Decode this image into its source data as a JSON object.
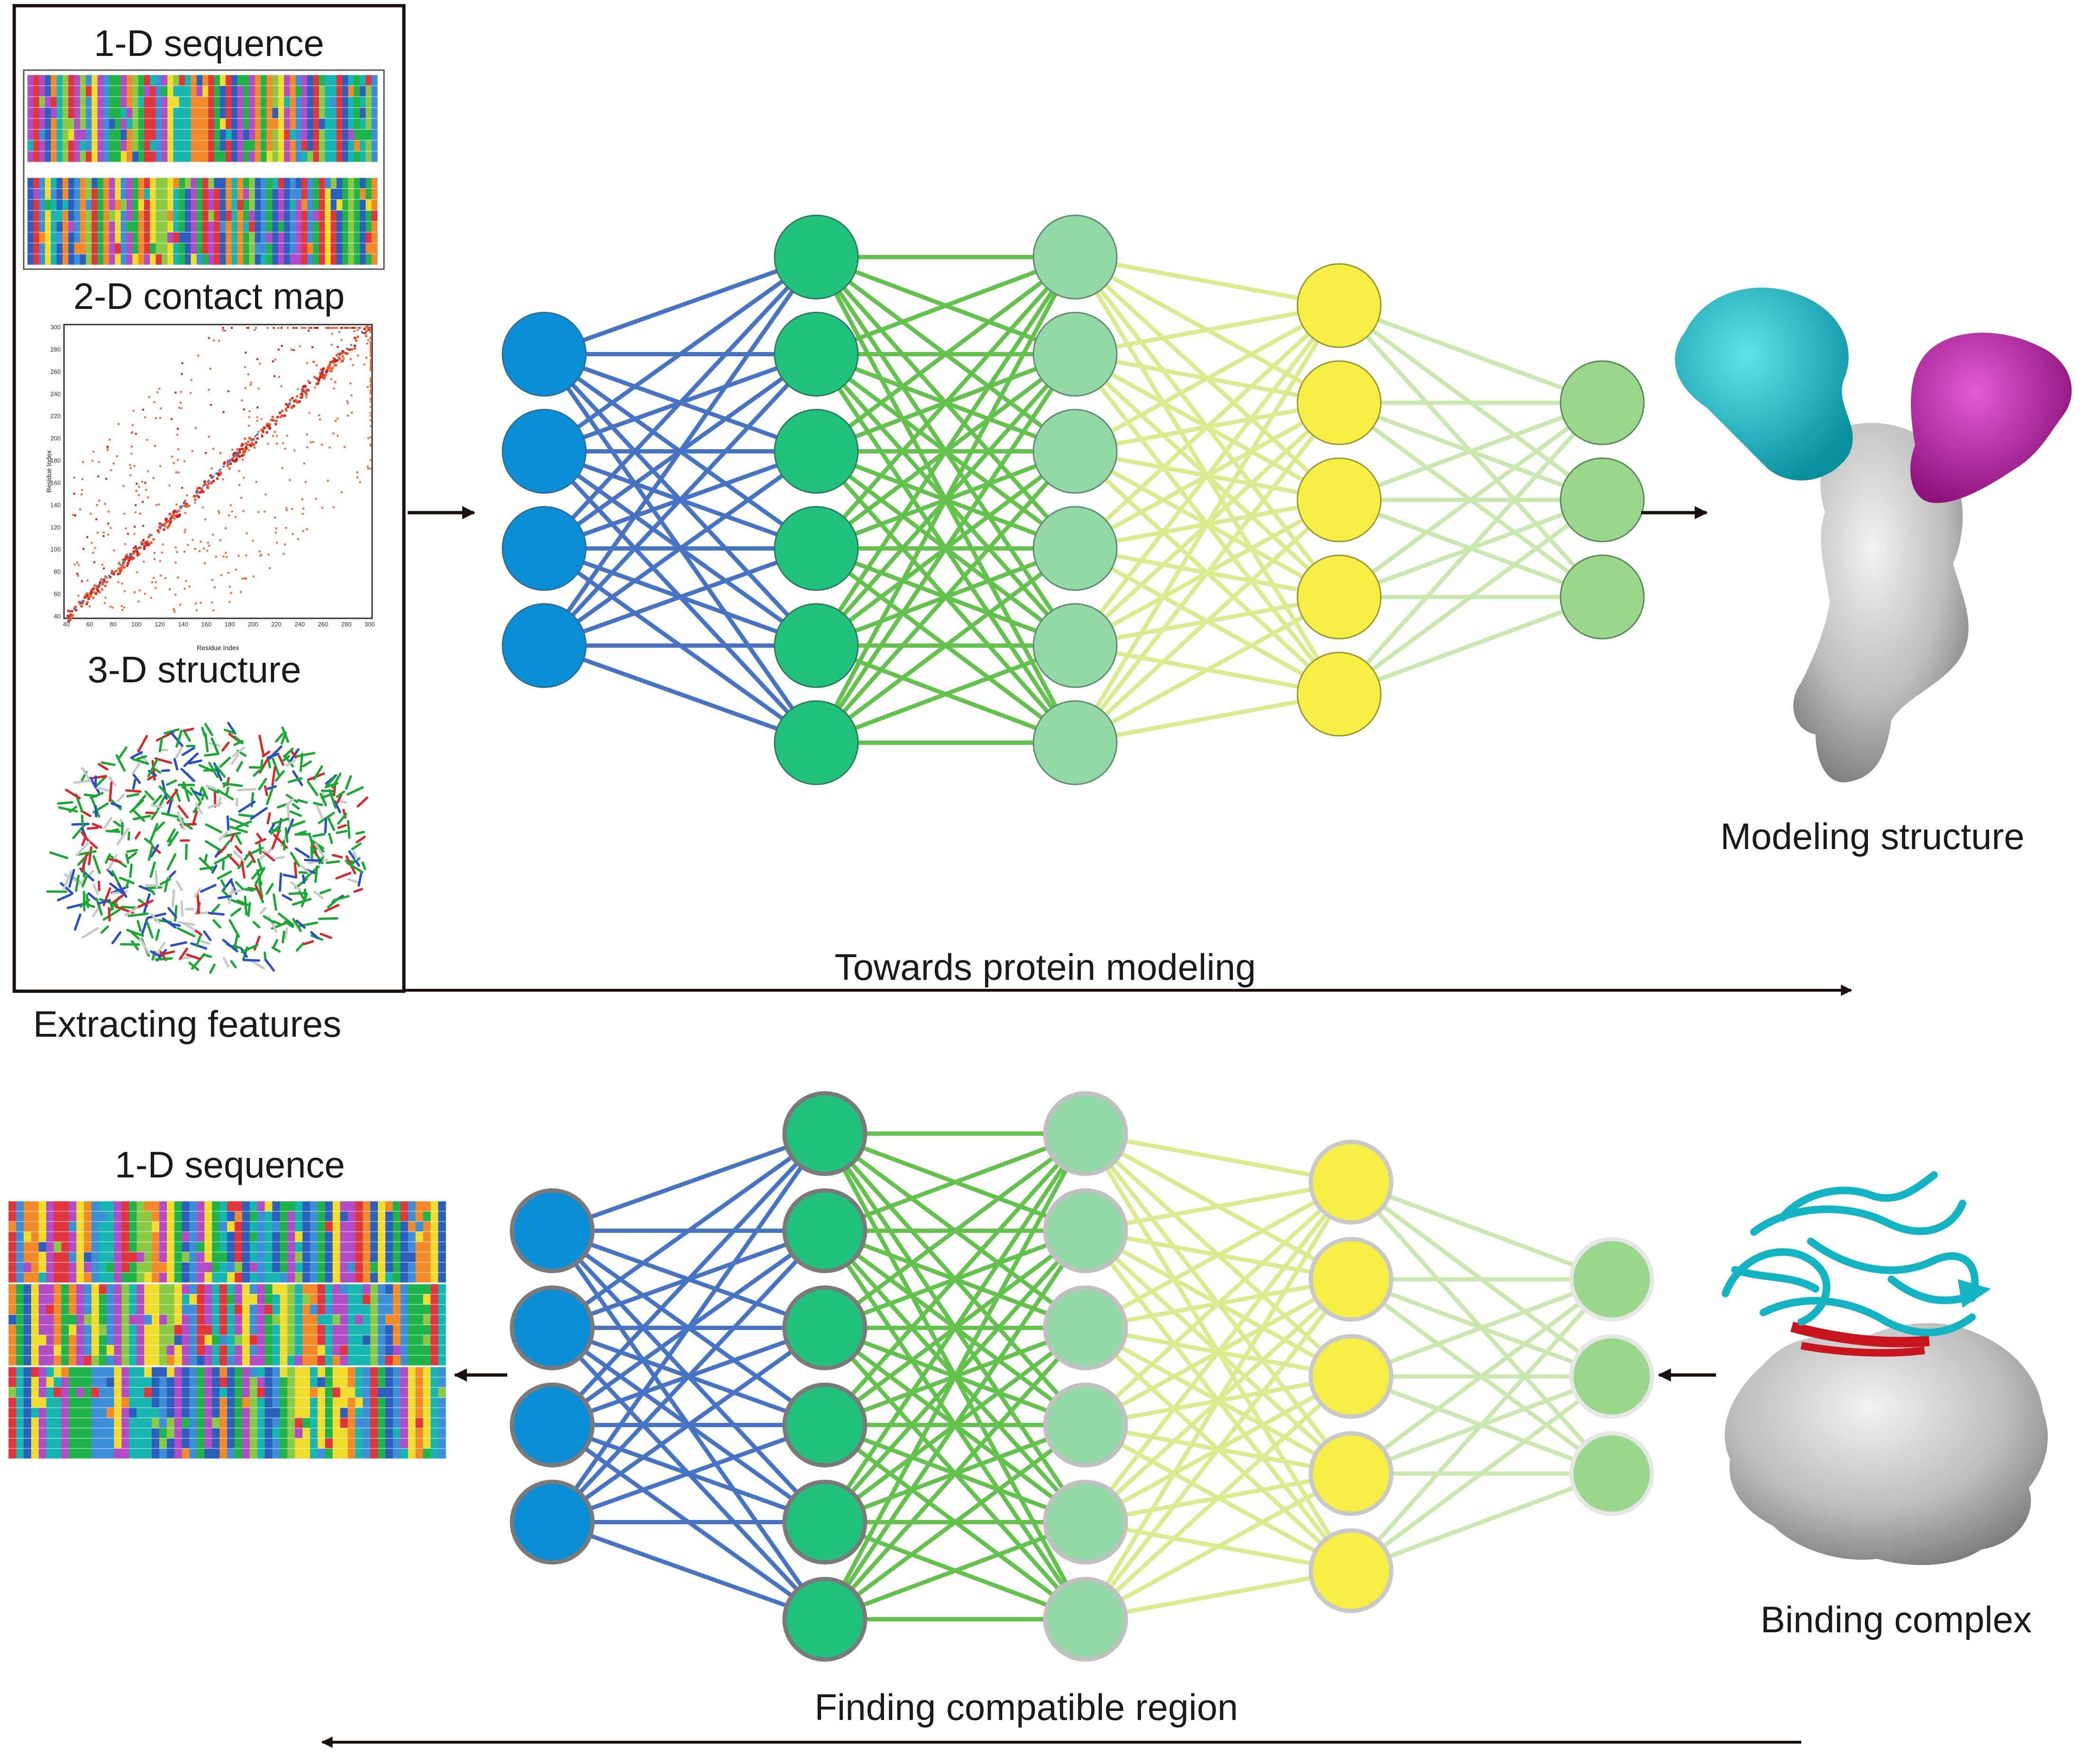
{
  "top": {
    "panel_titles": [
      "1-D sequence",
      "2-D contact map",
      "3-D structure"
    ],
    "panel_caption": "Extracting features",
    "flow_label": "Towards protein modeling",
    "output_caption": "Modeling structure",
    "contact_map": {
      "ticks": [
        "40",
        "60",
        "80",
        "100",
        "120",
        "140",
        "160",
        "180",
        "200",
        "220",
        "240",
        "260",
        "280",
        "300"
      ],
      "xlabel": "Residue Index",
      "ylabel": "Residue Index"
    }
  },
  "bottom": {
    "seq_title": "1-D sequence",
    "input_caption": "Binding complex",
    "flow_label": "Finding compatible region"
  },
  "network": {
    "layer_sizes": [
      4,
      6,
      6,
      5,
      3
    ],
    "layer_colors": [
      "#0a8fd6",
      "#21c17e",
      "#92d7a6",
      "#f4ee45",
      "#9ad68c"
    ],
    "edge_colors": [
      "#4773c4",
      "#62c24c",
      "#d9eb8d",
      "#c8e8b0"
    ]
  },
  "alignment_colors": [
    "#1fb44a",
    "#3d8fd8",
    "#e2343b",
    "#f28a2a",
    "#b24cc6",
    "#17b5b0",
    "#2b5fbe",
    "#f0dc2a",
    "#8ac943"
  ],
  "structure_colors": {
    "chain_a": "#12b4c4",
    "chain_b": "#b81ea8",
    "body": "#c4c4c4",
    "strand": "#c8141e"
  }
}
